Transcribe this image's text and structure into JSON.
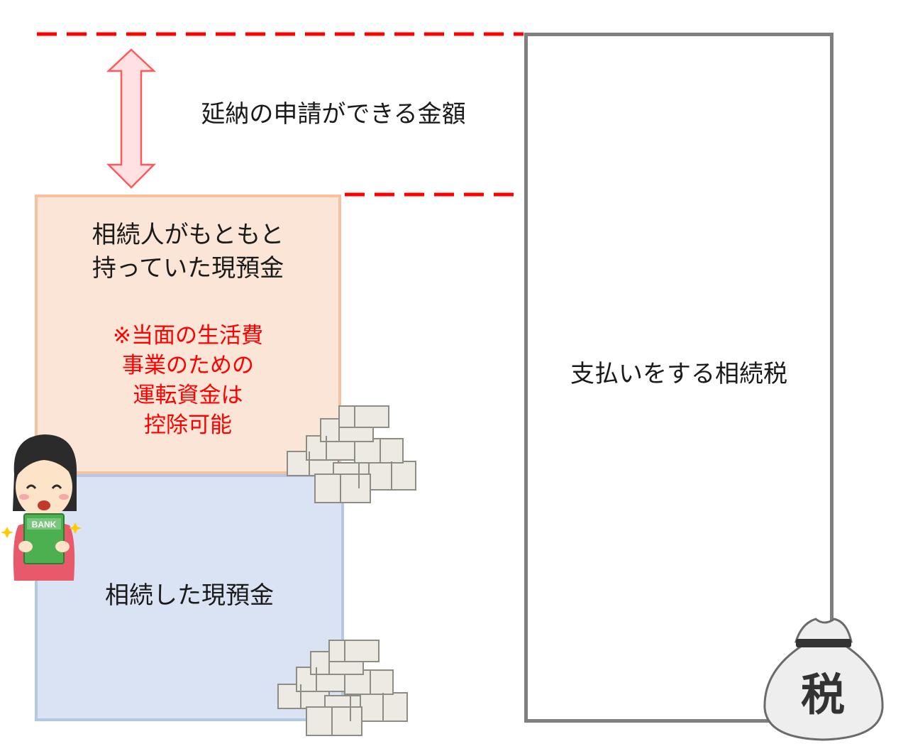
{
  "labels": {
    "deferral_amount": "延納の申請ができる金額",
    "owned_cash_line1": "相続人がもともと",
    "owned_cash_line2": "持っていた現預金",
    "deduction_note_line1": "※当面の生活費",
    "deduction_note_line2": "事業のための",
    "deduction_note_line3": "運転資金は",
    "deduction_note_line4": "控除可能",
    "inherited_cash": "相続した現預金",
    "tax_to_pay": "支払いをする相続税"
  },
  "illustration_text": {
    "bankbook": "BANK",
    "tax_bag": "税"
  },
  "colors": {
    "dashed_line": "#ff0000",
    "arrow_fill": "#ffe0e3",
    "arrow_stroke": "#ff5a5a",
    "owned_box_fill": "#fbe5d6",
    "owned_box_border": "#f5c19e",
    "inherited_box_fill": "#dae3f3",
    "inherited_box_border": "#b4c7e7",
    "tax_box_border": "#7f7f7f",
    "note_text": "#ff0000"
  }
}
